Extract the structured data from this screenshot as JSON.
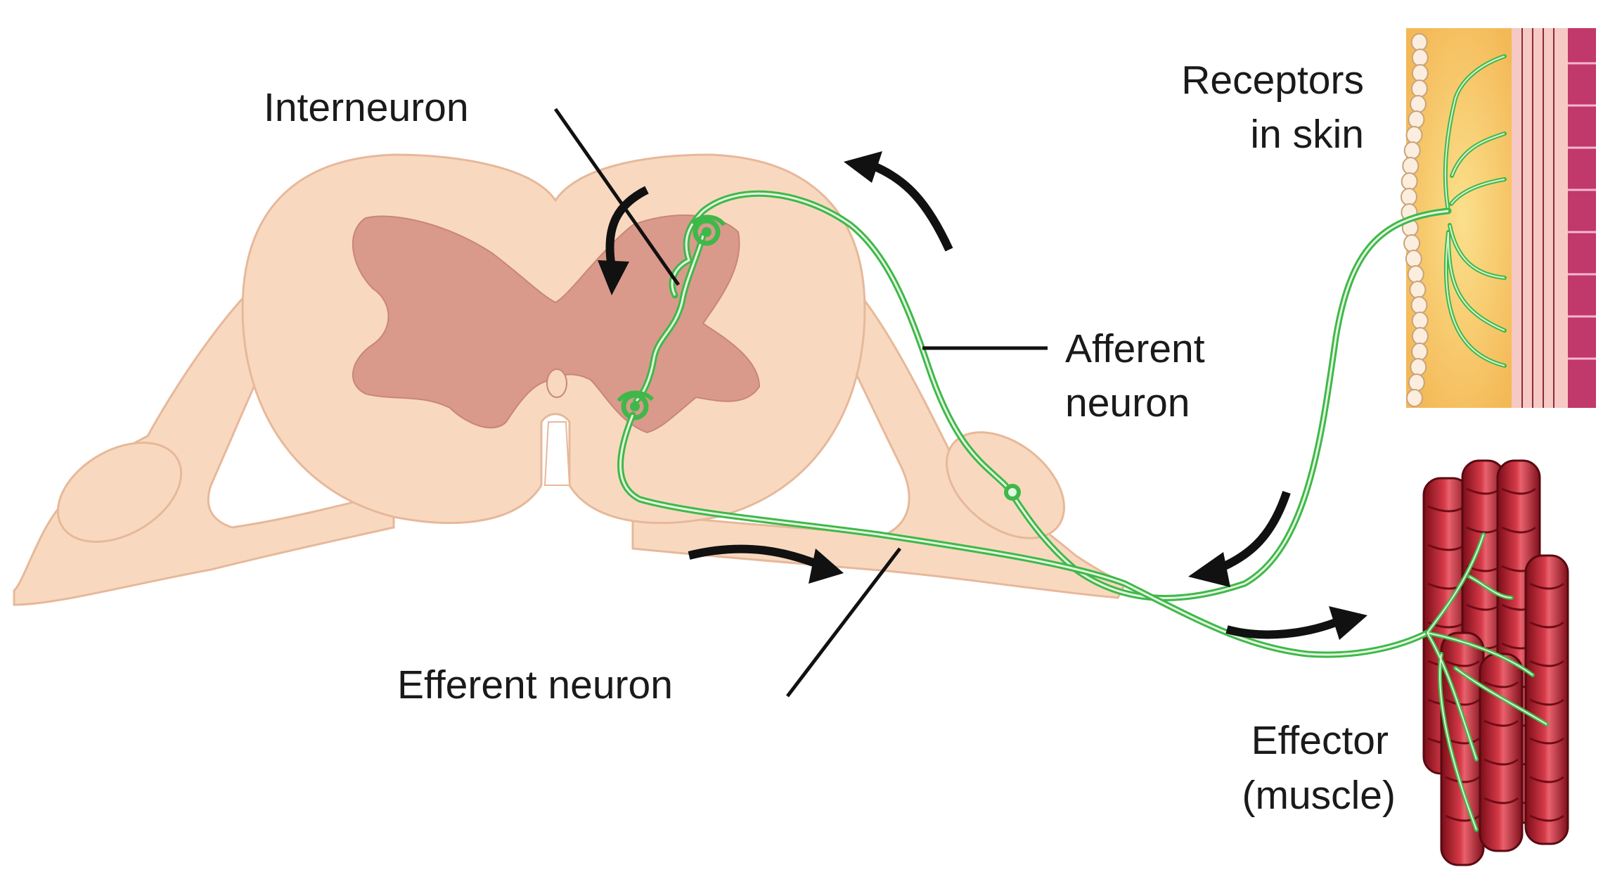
{
  "labels": {
    "interneuron": "Interneuron",
    "afferent_line1": "Afferent",
    "afferent_line2": "neuron",
    "receptors_line1": "Receptors",
    "receptors_line2": "in skin",
    "efferent": "Efferent neuron",
    "effector_line1": "Effector",
    "effector_line2": "(muscle)"
  },
  "colors": {
    "white_matter": "#f8d9bf",
    "gray_matter": "#d99a8c",
    "neuron": "#3fb849",
    "skin_fat": "#f7c66a",
    "skin_dermis": "#f6c9c4",
    "epidermis": "#c1386a",
    "muscle": "#b31b2a",
    "arrows": "#111111"
  }
}
